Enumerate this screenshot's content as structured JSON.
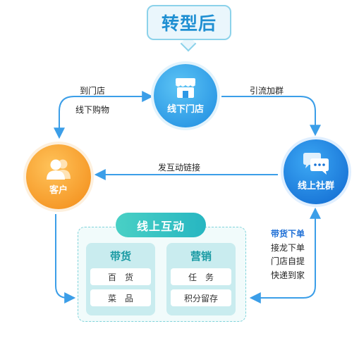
{
  "title": "转型后",
  "nodes": {
    "store": {
      "label": "线下门店",
      "icon": "storefront-icon"
    },
    "customer": {
      "label": "客户",
      "icon": "users-icon"
    },
    "group": {
      "label": "线上社群",
      "icon": "chat-bubbles-icon"
    }
  },
  "edges": {
    "customer_to_store": [
      "到门店",
      "线下购物"
    ],
    "store_to_group": "引流加群",
    "group_to_customer": "发互动链接"
  },
  "online": {
    "title": "线上互动",
    "columns": [
      {
        "title": "带货",
        "items": [
          "百　货",
          "菜　品"
        ]
      },
      {
        "title": "营销",
        "items": [
          "任　务",
          "积分留存"
        ]
      }
    ]
  },
  "right_list": {
    "highlight": "带货下单",
    "items": [
      "接龙下单",
      "门店自提",
      "快递到家"
    ]
  },
  "colors": {
    "blue": "#1d8be0",
    "orange": "#f28a16",
    "teal": "#27b6c1",
    "arrow": "#3b9ee8"
  }
}
